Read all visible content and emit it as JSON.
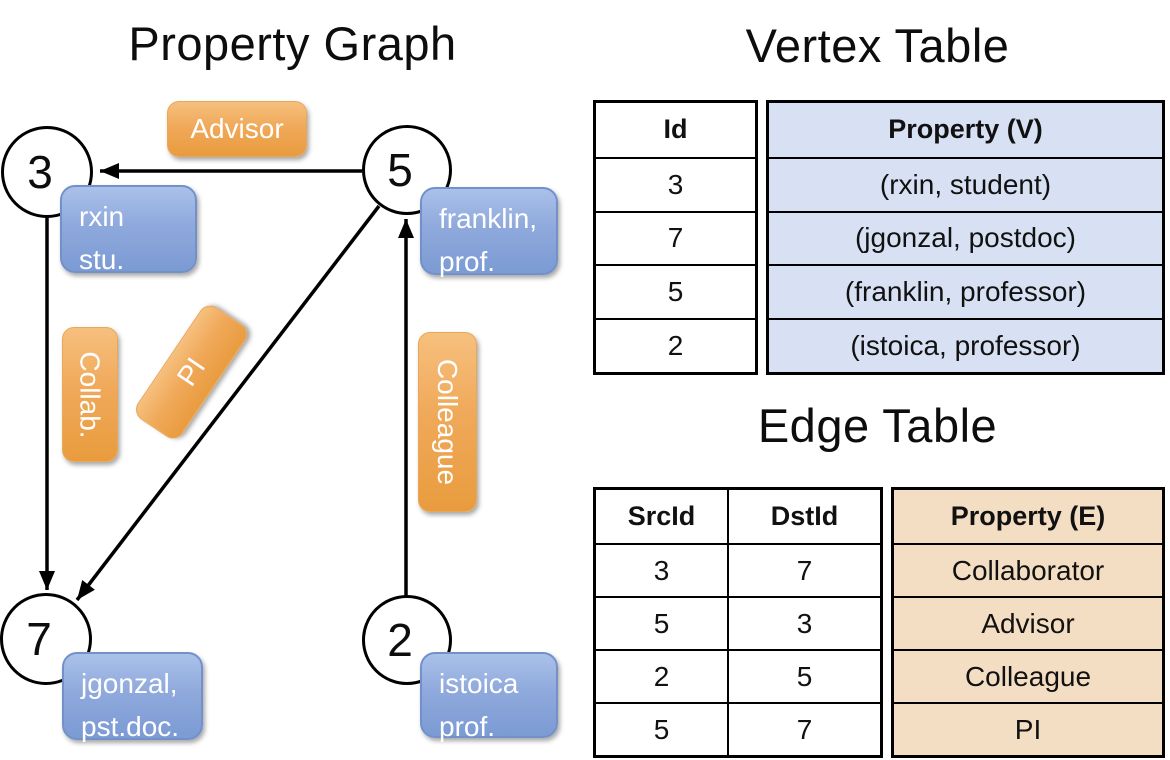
{
  "graph": {
    "title": "Property Graph",
    "nodes": [
      {
        "id": "3",
        "property_lines": [
          "rxin",
          "stu."
        ]
      },
      {
        "id": "5",
        "property_lines": [
          "franklin,",
          "prof."
        ]
      },
      {
        "id": "7",
        "property_lines": [
          "jgonzal,",
          "pst.doc."
        ]
      },
      {
        "id": "2",
        "property_lines": [
          "istoica",
          "prof."
        ]
      }
    ],
    "edge_labels": {
      "advisor": "Advisor",
      "collab": "Collab.",
      "pi": "PI",
      "colleague": "Colleague"
    }
  },
  "vertex_table": {
    "title": "Vertex Table",
    "columns": [
      "Id",
      "Property (V)"
    ],
    "rows": [
      {
        "id": "3",
        "property": "(rxin, student)"
      },
      {
        "id": "7",
        "property": "(jgonzal, postdoc)"
      },
      {
        "id": "5",
        "property": "(franklin, professor)"
      },
      {
        "id": "2",
        "property": "(istoica, professor)"
      }
    ]
  },
  "edge_table": {
    "title": "Edge Table",
    "columns": [
      "SrcId",
      "DstId",
      "Property (E)"
    ],
    "rows": [
      {
        "src": "3",
        "dst": "7",
        "property": "Collaborator"
      },
      {
        "src": "5",
        "dst": "3",
        "property": "Advisor"
      },
      {
        "src": "2",
        "dst": "5",
        "property": "Colleague"
      },
      {
        "src": "5",
        "dst": "7",
        "property": "PI"
      }
    ]
  },
  "colors": {
    "edge_label_orange": "#F0A95A",
    "vertex_property_blue": "#8FA9DC",
    "vertex_table_fill": "#D8E1F3",
    "edge_table_fill": "#F4DEC3",
    "line_black": "#000000"
  }
}
